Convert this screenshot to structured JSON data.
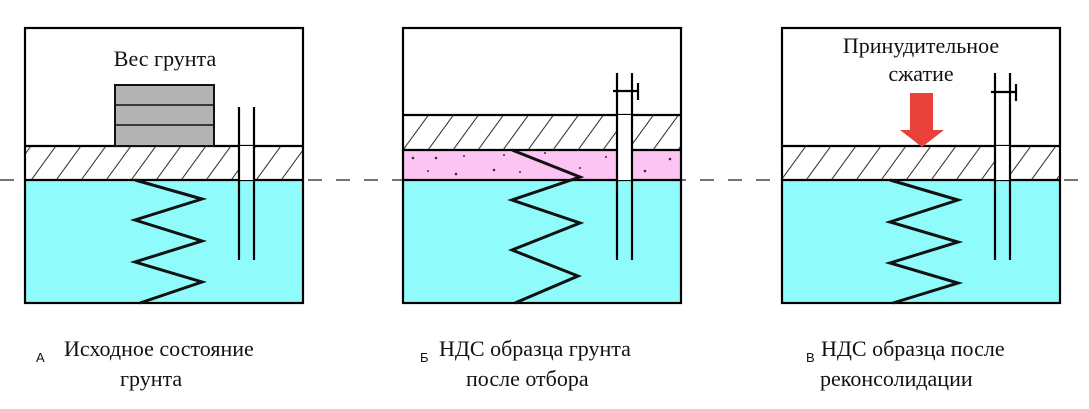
{
  "panels": [
    {
      "letter": "А",
      "caption_line1": "Исходное состояние",
      "caption_line2": "грунта",
      "label": "Вес грунта"
    },
    {
      "letter": "Б",
      "caption_line1": "НДС образца грунта",
      "caption_line2": "после отбора"
    },
    {
      "letter": "В",
      "caption_line1": "НДС образца после",
      "caption_line2": "реконсолидации",
      "label_line1": "Принудительное",
      "label_line2": "сжатие"
    }
  ],
  "colors": {
    "water": "#8ffbfb",
    "disturbed_soil": "#fbc4f3",
    "weight": "#b3b3b3",
    "arrow": "#e8403a"
  }
}
